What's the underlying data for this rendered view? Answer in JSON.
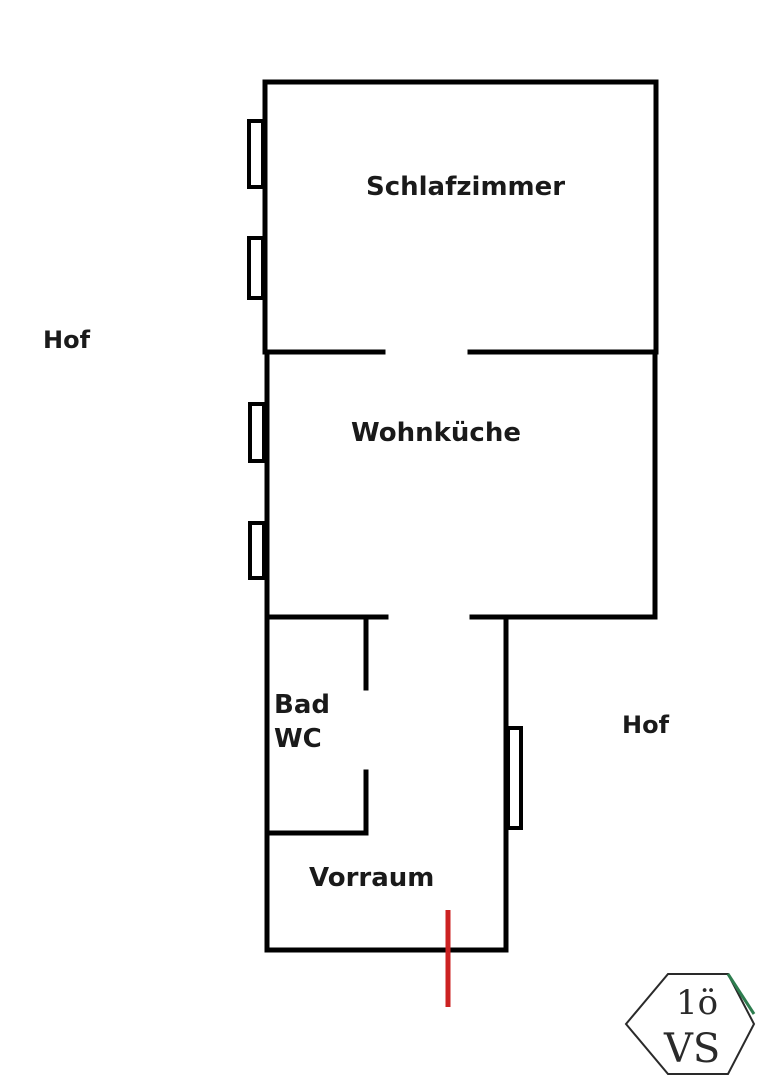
{
  "rooms": {
    "schlafzimmer": "Schlafzimmer",
    "wohnkueche": "Wohnküche",
    "bad_line1": "Bad",
    "bad_line2": "WC",
    "vorraum": "Vorraum"
  },
  "outside": {
    "hof_west": "Hof",
    "hof_east": "Hof"
  },
  "logo": {
    "text": "1ö VS",
    "accent_color": "#2e7d4f"
  },
  "colors": {
    "wall": "#000000",
    "entrance_marker": "#cc2222",
    "background": "#ffffff"
  }
}
